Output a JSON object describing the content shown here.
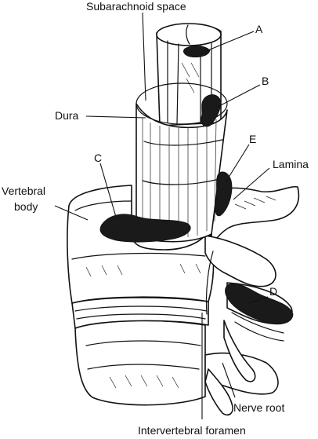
{
  "labels": {
    "subarachnoid_space": "Subarachnoid space",
    "a": "A",
    "b": "B",
    "dura": "Dura",
    "c": "C",
    "e": "E",
    "lamina": "Lamina",
    "vertebral_body_line1": "Vertebral",
    "vertebral_body_line2": "body",
    "d": "D",
    "nerve_root": "Nerve root",
    "intervertebral_foramen": "Intervertebral foramen"
  },
  "colors": {
    "ink": "#111111",
    "lesion": "#1a1a1a",
    "paper": "#ffffff"
  }
}
